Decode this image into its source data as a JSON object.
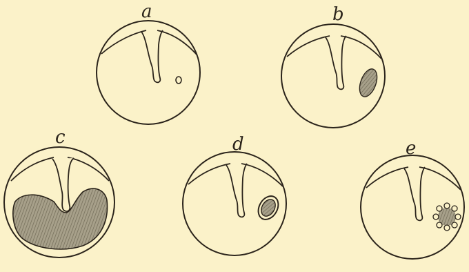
{
  "figure": {
    "background": "#fbf2c9",
    "ink": "#2b241b",
    "shade": "#8e8772",
    "panels": [
      {
        "label": "a",
        "content": "small-circle"
      },
      {
        "label": "b",
        "content": "shaded-oval"
      },
      {
        "label": "c",
        "content": "large-shaded-mass"
      },
      {
        "label": "d",
        "content": "double-outlined-oval"
      },
      {
        "label": "e",
        "content": "beaded-ring"
      }
    ]
  }
}
